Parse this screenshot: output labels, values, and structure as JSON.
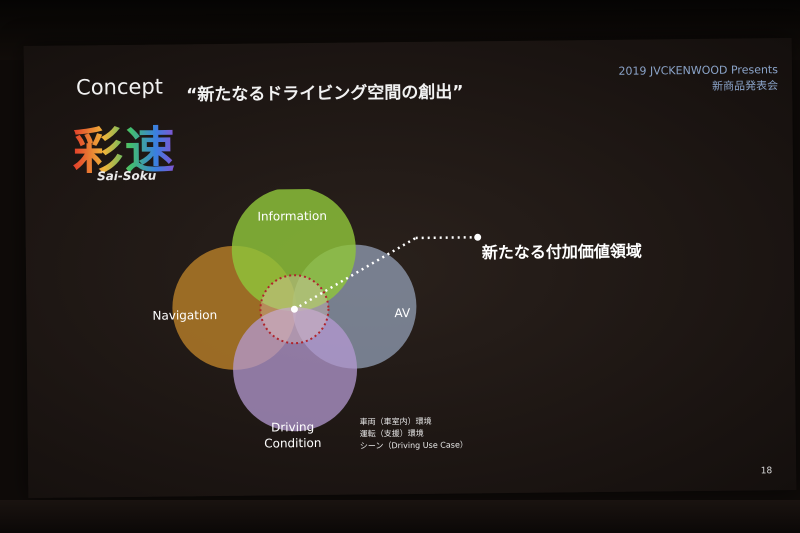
{
  "slide": {
    "heading": "Concept",
    "tagline": "“新たなるドライビング空間の創出”",
    "presenter_line1": "2019 JVCKENWOOD Presents",
    "presenter_line2": "新商品発表会",
    "logo_kanji": "彩速",
    "logo_roman": "Sai-Soku",
    "page_number": "18"
  },
  "venn": {
    "information": "Information",
    "navigation": "Navigation",
    "av": "AV",
    "driving_line1": "Driving",
    "driving_line2": "Condition",
    "colors": {
      "information": "#8fc43a",
      "navigation": "#b07a28",
      "av": "#9aa8c0",
      "driving": "#b49ad2",
      "highlight_ring": "#b0242c"
    }
  },
  "callout": "新たなる付加価値領域",
  "notes": [
    "車両（車室内）環境",
    "運転（支援）環境",
    "シーン（Driving Use Case）"
  ]
}
